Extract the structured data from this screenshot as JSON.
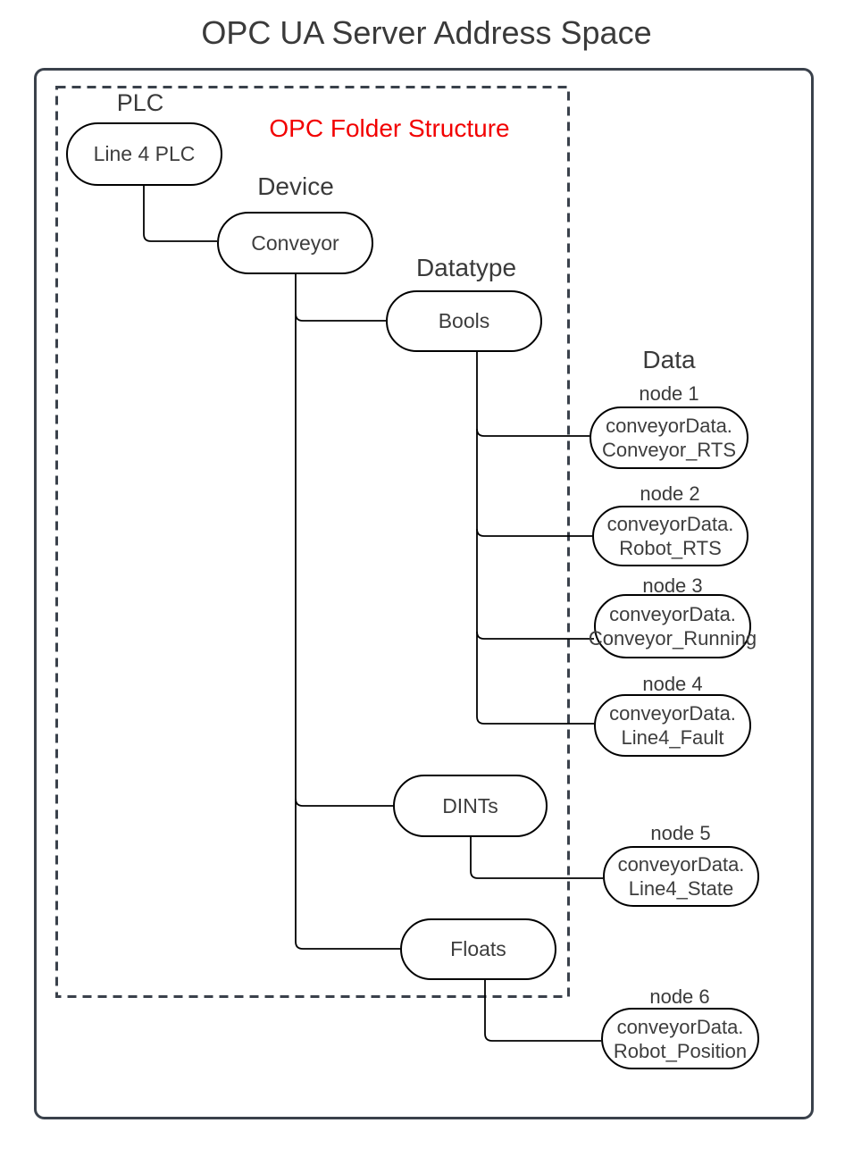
{
  "title": "OPC UA Server Address Space",
  "annotation": "OPC Folder Structure",
  "headers": {
    "plc": "PLC",
    "device": "Device",
    "datatype": "Datatype",
    "data": "Data"
  },
  "folder_nodes": {
    "plc": "Line 4 PLC",
    "device": "Conveyor",
    "bools": "Bools",
    "dints": "DINTs",
    "floats": "Floats"
  },
  "data_nodes": [
    {
      "label": "node 1",
      "line1": "conveyorData.",
      "line2": "Conveyor_RTS"
    },
    {
      "label": "node 2",
      "line1": "conveyorData.",
      "line2": "Robot_RTS"
    },
    {
      "label": "node 3",
      "line1": "conveyorData.",
      "line2": "Conveyor_Running"
    },
    {
      "label": "node 4",
      "line1": "conveyorData.",
      "line2": "Line4_Fault"
    },
    {
      "label": "node 5",
      "line1": "conveyorData.",
      "line2": "Line4_State"
    },
    {
      "label": "node 6",
      "line1": "conveyorData.",
      "line2": "Robot_Position"
    }
  ],
  "colors": {
    "annotation_red": "#f20000",
    "frame": "#3a414b",
    "connector": "#000000",
    "text": "#3a3a3a",
    "background": "#ffffff"
  }
}
